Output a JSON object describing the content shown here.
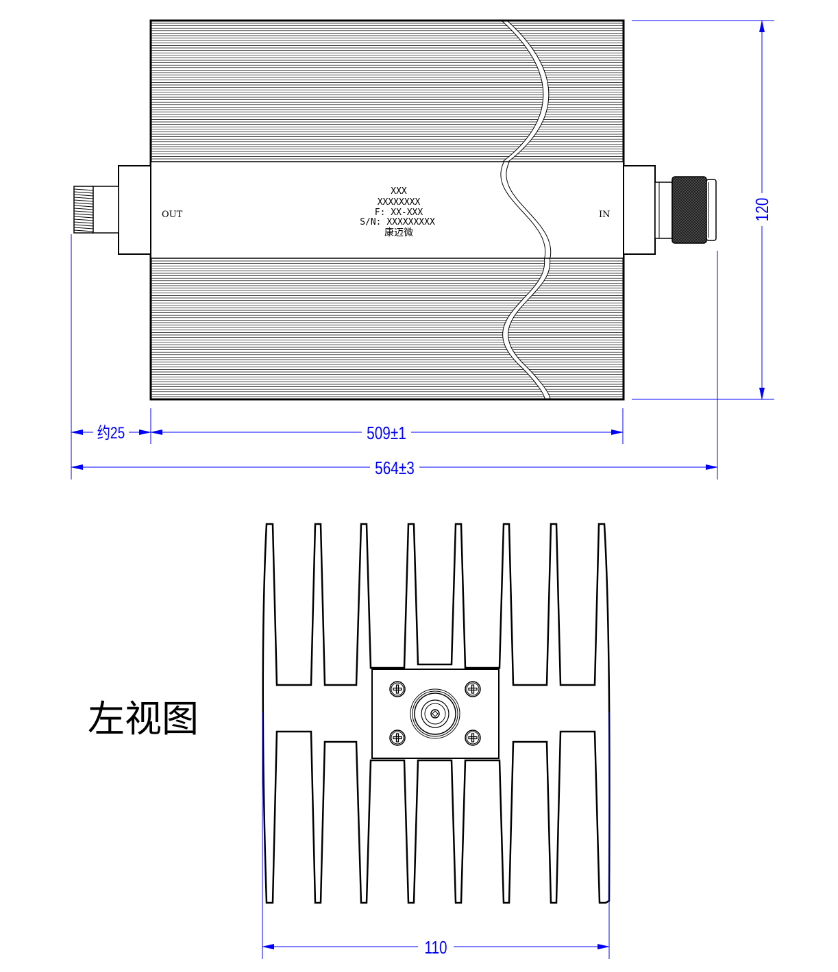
{
  "top_view": {
    "port_out": "OUT",
    "port_in": "IN",
    "nameplate": {
      "line1": "XXX",
      "line2": "XXXXXXXX",
      "line3": "F: XX-XXX",
      "line4": "S/N: XXXXXXXXX",
      "line5": "康迈微"
    }
  },
  "dimensions": {
    "connector_length": "约25",
    "body_length": "509±1",
    "total_length": "564±3",
    "height": "120",
    "heatsink_width": "110"
  },
  "side_view": {
    "title": "左视图"
  },
  "colors": {
    "outline": "#000000",
    "dimension": "#0000ff"
  }
}
